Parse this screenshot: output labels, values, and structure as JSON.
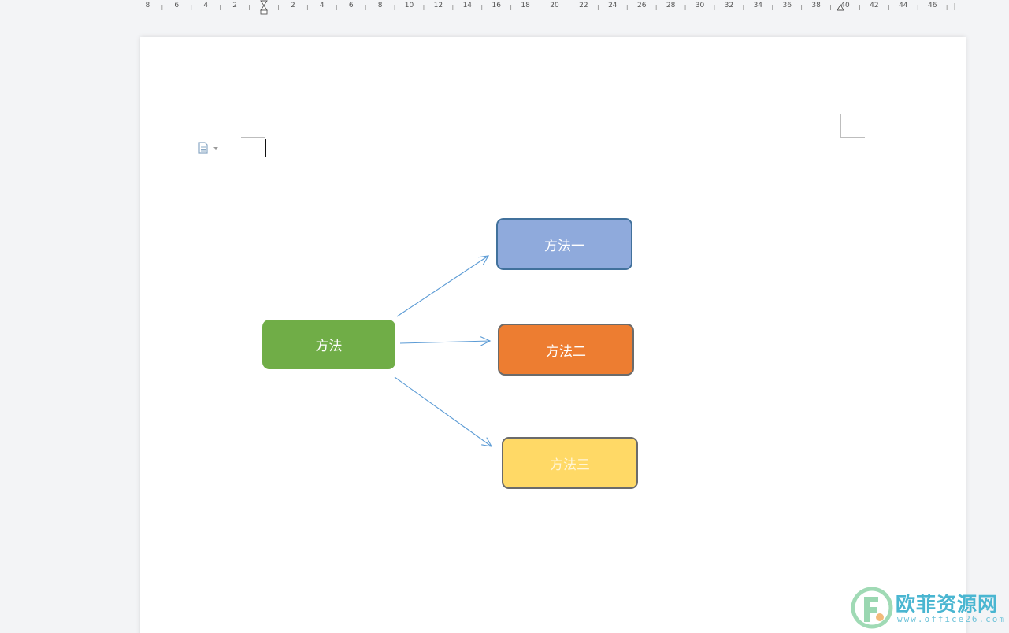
{
  "ruler": {
    "left_labels": [
      "8",
      "6",
      "4",
      "2"
    ],
    "right_labels": [
      "2",
      "4",
      "6",
      "8",
      "10",
      "12",
      "14",
      "16",
      "18",
      "20",
      "22",
      "24",
      "26",
      "28",
      "30",
      "32",
      "34",
      "36",
      "38",
      "40",
      "42",
      "44",
      "46"
    ]
  },
  "diagram": {
    "root": {
      "label": "方法",
      "color": "#70ad47"
    },
    "children": [
      {
        "label": "方法一",
        "color": "#8faadc"
      },
      {
        "label": "方法二",
        "color": "#ed7d31"
      },
      {
        "label": "方法三",
        "color": "#ffd966"
      }
    ],
    "arrow_color": "#5b9bd5"
  },
  "icons": {
    "paste_options": "paste-options-icon",
    "watermark_logo": "brand-logo-icon"
  },
  "watermark": {
    "text": "欧菲资源网",
    "url": "www.office26.com"
  }
}
